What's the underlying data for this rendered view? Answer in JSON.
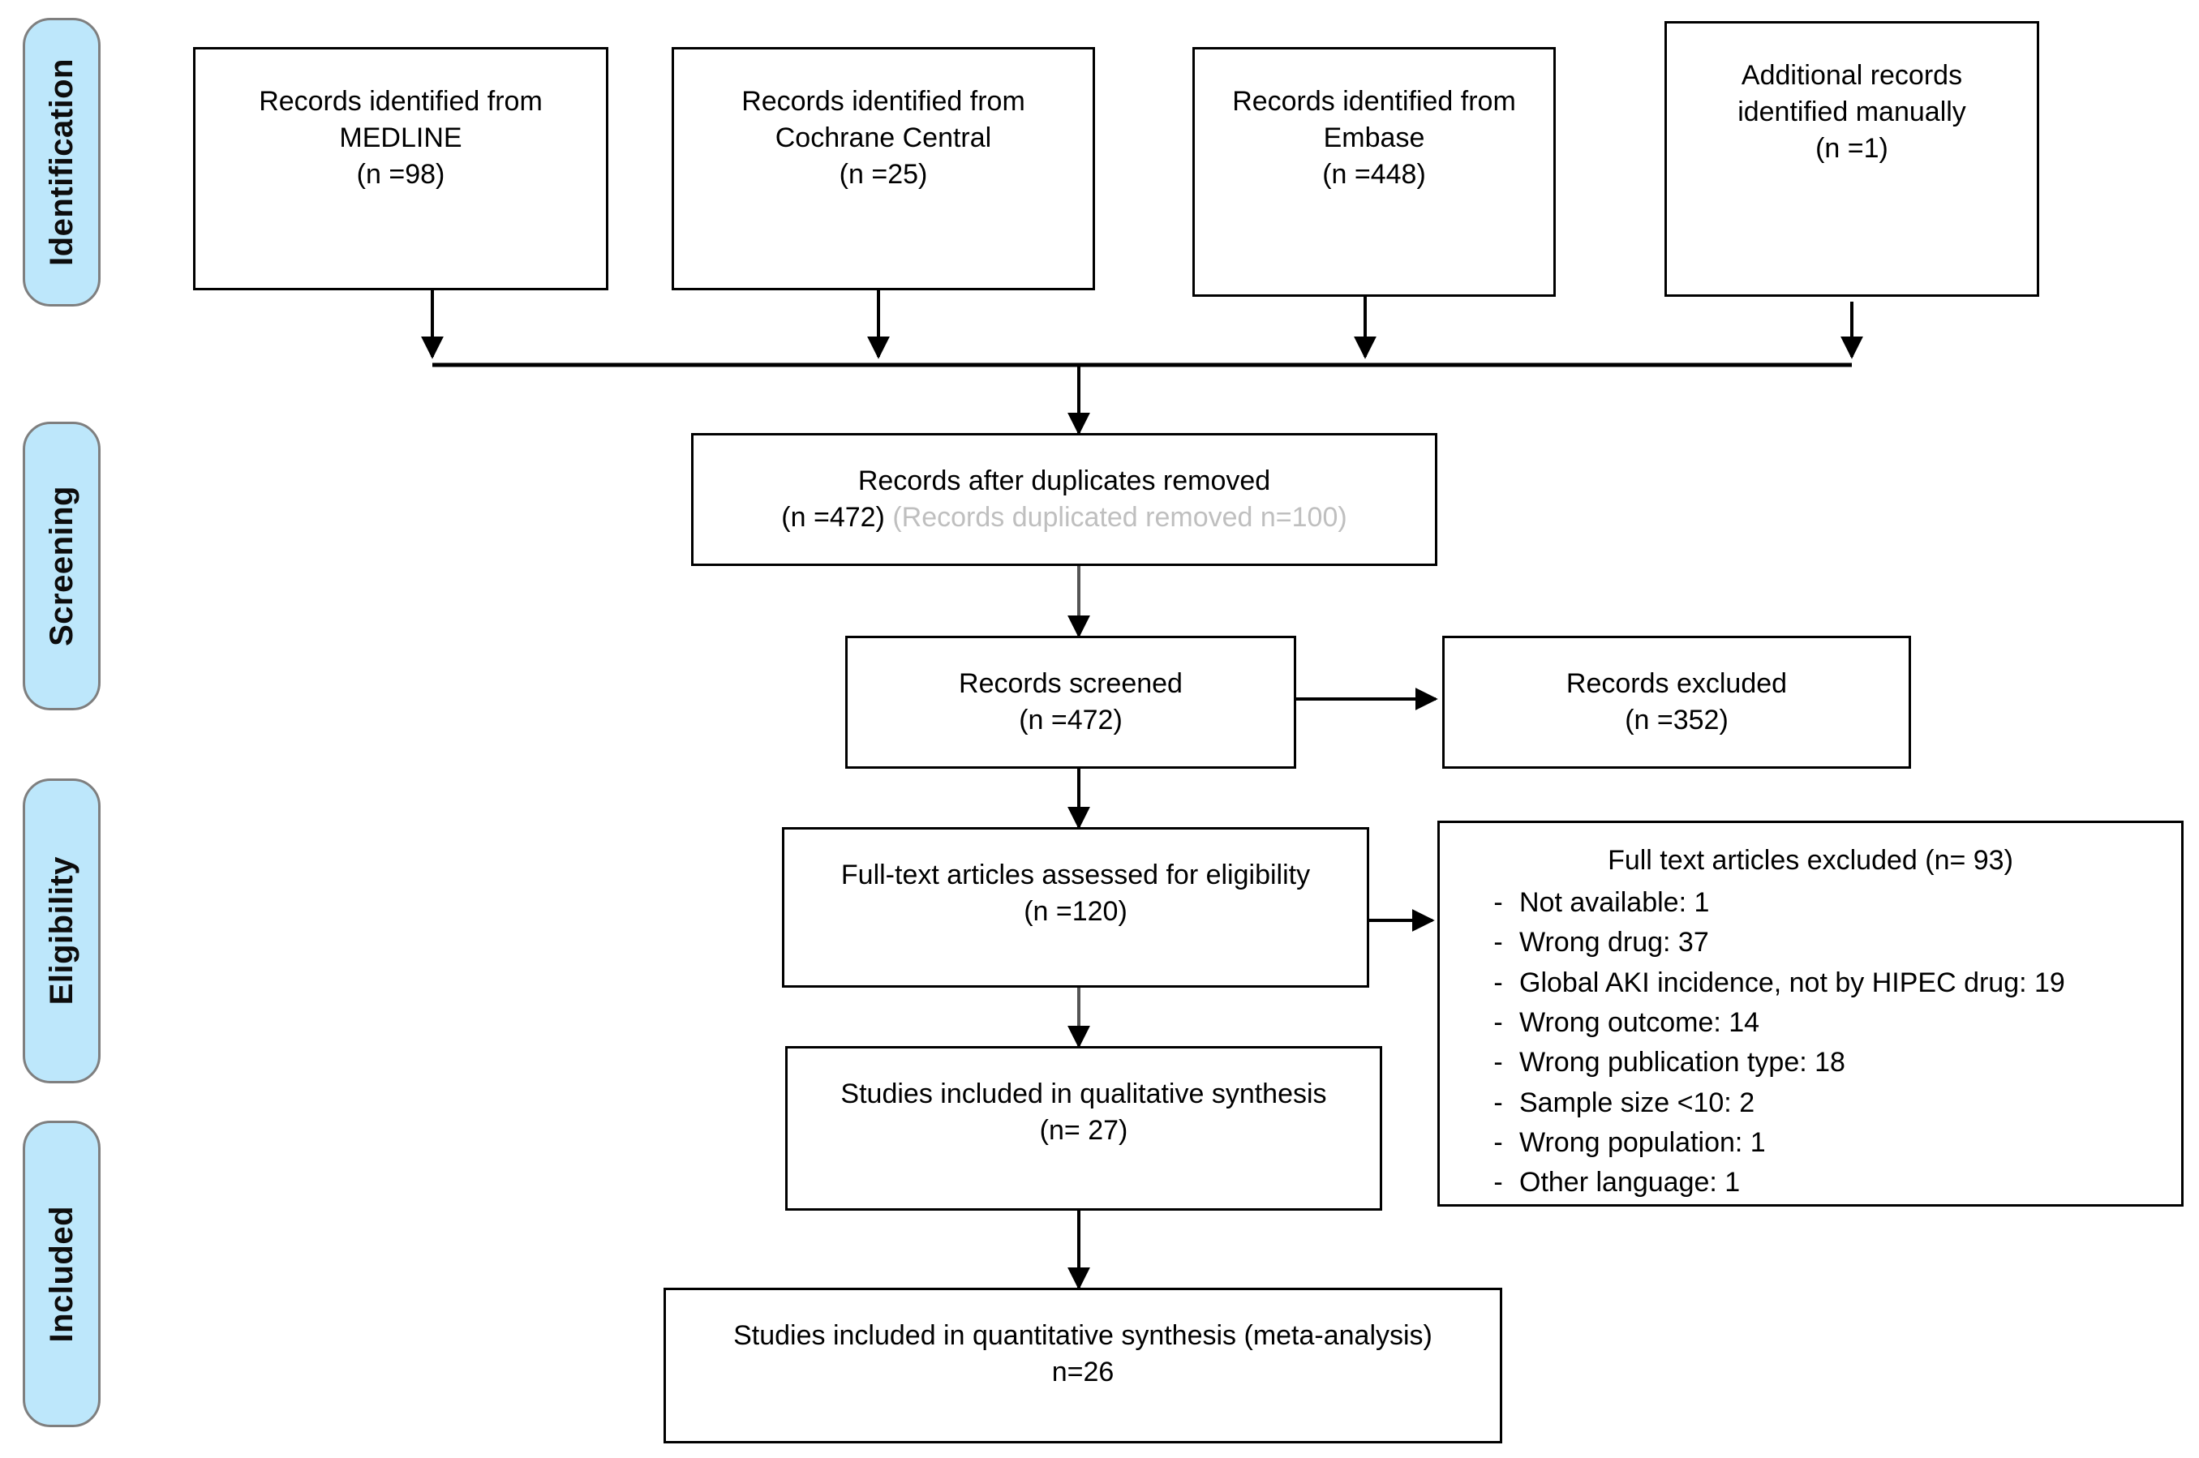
{
  "diagram": {
    "title": "PRISMA flow diagram",
    "accent_blue": "#BDE7FB",
    "tab_border": "#7F7F7F",
    "box_border": "#000000",
    "muted_text": "#BFBFBF"
  },
  "stages": [
    {
      "label": "Identification"
    },
    {
      "label": "Screening"
    },
    {
      "label": "Eligibility"
    },
    {
      "label": "Included"
    }
  ],
  "sources": [
    {
      "line1": "Records identified from",
      "line2": "MEDLINE",
      "count": "(n =98)"
    },
    {
      "line1": "Records identified from",
      "line2": "Cochrane Central",
      "count": "(n =25)"
    },
    {
      "line1": "Records identified from",
      "line2": "Embase",
      "count": "(n =448)"
    },
    {
      "line1": "Additional records",
      "line2": "identified manually",
      "count": "(n =1)"
    }
  ],
  "duplicates": {
    "title": "Records after duplicates removed",
    "count": "(n =472)",
    "note": "(Records duplicated removed n=100)"
  },
  "screened": {
    "title": "Records screened",
    "count": "(n =472)"
  },
  "records_excluded": {
    "title": "Records excluded",
    "count": "(n =352)"
  },
  "fulltext": {
    "title": "Full-text articles assessed for eligibility",
    "count": "(n =120)"
  },
  "fulltext_excluded": {
    "title": "Full text articles excluded (n= 93)",
    "reasons": [
      "Not available: 1",
      "Wrong drug: 37",
      "Global AKI incidence, not by HIPEC drug: 19",
      "Wrong outcome: 14",
      "Wrong publication type: 18",
      "Sample size <10: 2",
      "Wrong population: 1",
      "Other language: 1"
    ],
    "bullet": "-"
  },
  "qualitative": {
    "title": "Studies included in qualitative synthesis",
    "count": "(n= 27)"
  },
  "quantitative": {
    "title": "Studies included in quantitative synthesis (meta-analysis)",
    "count": "n=26"
  }
}
